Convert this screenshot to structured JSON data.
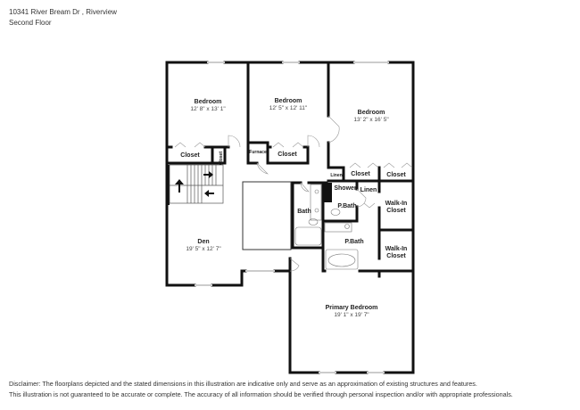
{
  "header": {
    "address": "10341 River Bream Dr , Riverview",
    "floor": "Second Floor"
  },
  "rooms": [
    {
      "name": "Bedroom",
      "dims": "12' 8\" x 13' 1\""
    },
    {
      "name": "Bedroom",
      "dims": "12' 5\" x 12' 11\""
    },
    {
      "name": "Bedroom",
      "dims": "13' 2\" x 16' 5\""
    },
    {
      "name": "Den",
      "dims": "19' 5\" x 12' 7\""
    },
    {
      "name": "Primary Bedroom",
      "dims": "19' 1\" x 19' 7\""
    }
  ],
  "small_rooms": {
    "closet1": "Closet",
    "closet_small": "Closet",
    "furnace": "Furnace",
    "closet2": "Closet",
    "linen1": "Linen",
    "closet3": "Closet",
    "closet4": "Closet",
    "shower": "Shower",
    "linen2": "Linen",
    "bath": "Bath",
    "pbath1": "P.Bath",
    "walkin1_a": "Walk-In",
    "walkin1_b": "Closet",
    "pbath2": "P.Bath",
    "walkin2_a": "Walk-In",
    "walkin2_b": "Closet"
  },
  "disclaimer": {
    "line1": "Disclaimer: The floorplans depicted and the stated dimensions in this illustration are indicative only and serve as an approximation of existing structures and features.",
    "line2": "This illustration is not guaranteed to be accurate or complete. The accuracy of all information should be verified through personal inspection and/or with appropriate professionals."
  },
  "colors": {
    "wall": "#111111",
    "window": "#cccccc",
    "fixture": "#888888"
  }
}
